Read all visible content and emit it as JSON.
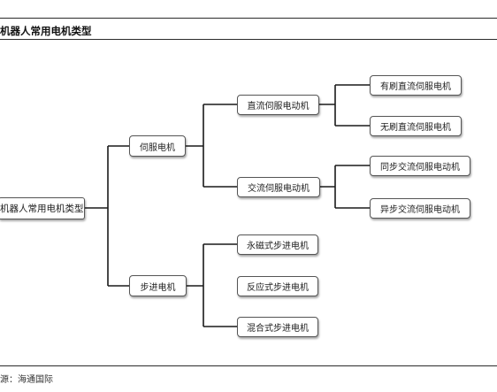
{
  "figure": {
    "title": "机器人常用电机类型",
    "source": "源：海通国际"
  },
  "tree": {
    "root": "机器人常用电机类型",
    "level1": [
      "伺服电机",
      "步进电机"
    ],
    "servo_children": [
      "直流伺服电动机",
      "交流伺服电动机"
    ],
    "dc_servo_children": [
      "有刷直流伺服电机",
      "无刷直流伺服电机"
    ],
    "ac_servo_children": [
      "同步交流伺服电动机",
      "异步交流伺服电动机"
    ],
    "stepper_children": [
      "永磁式步进电机",
      "反应式步进电机",
      "混合式步进电机"
    ]
  },
  "style": {
    "line_color": "#1a1a1a",
    "border_color": "#555555"
  }
}
